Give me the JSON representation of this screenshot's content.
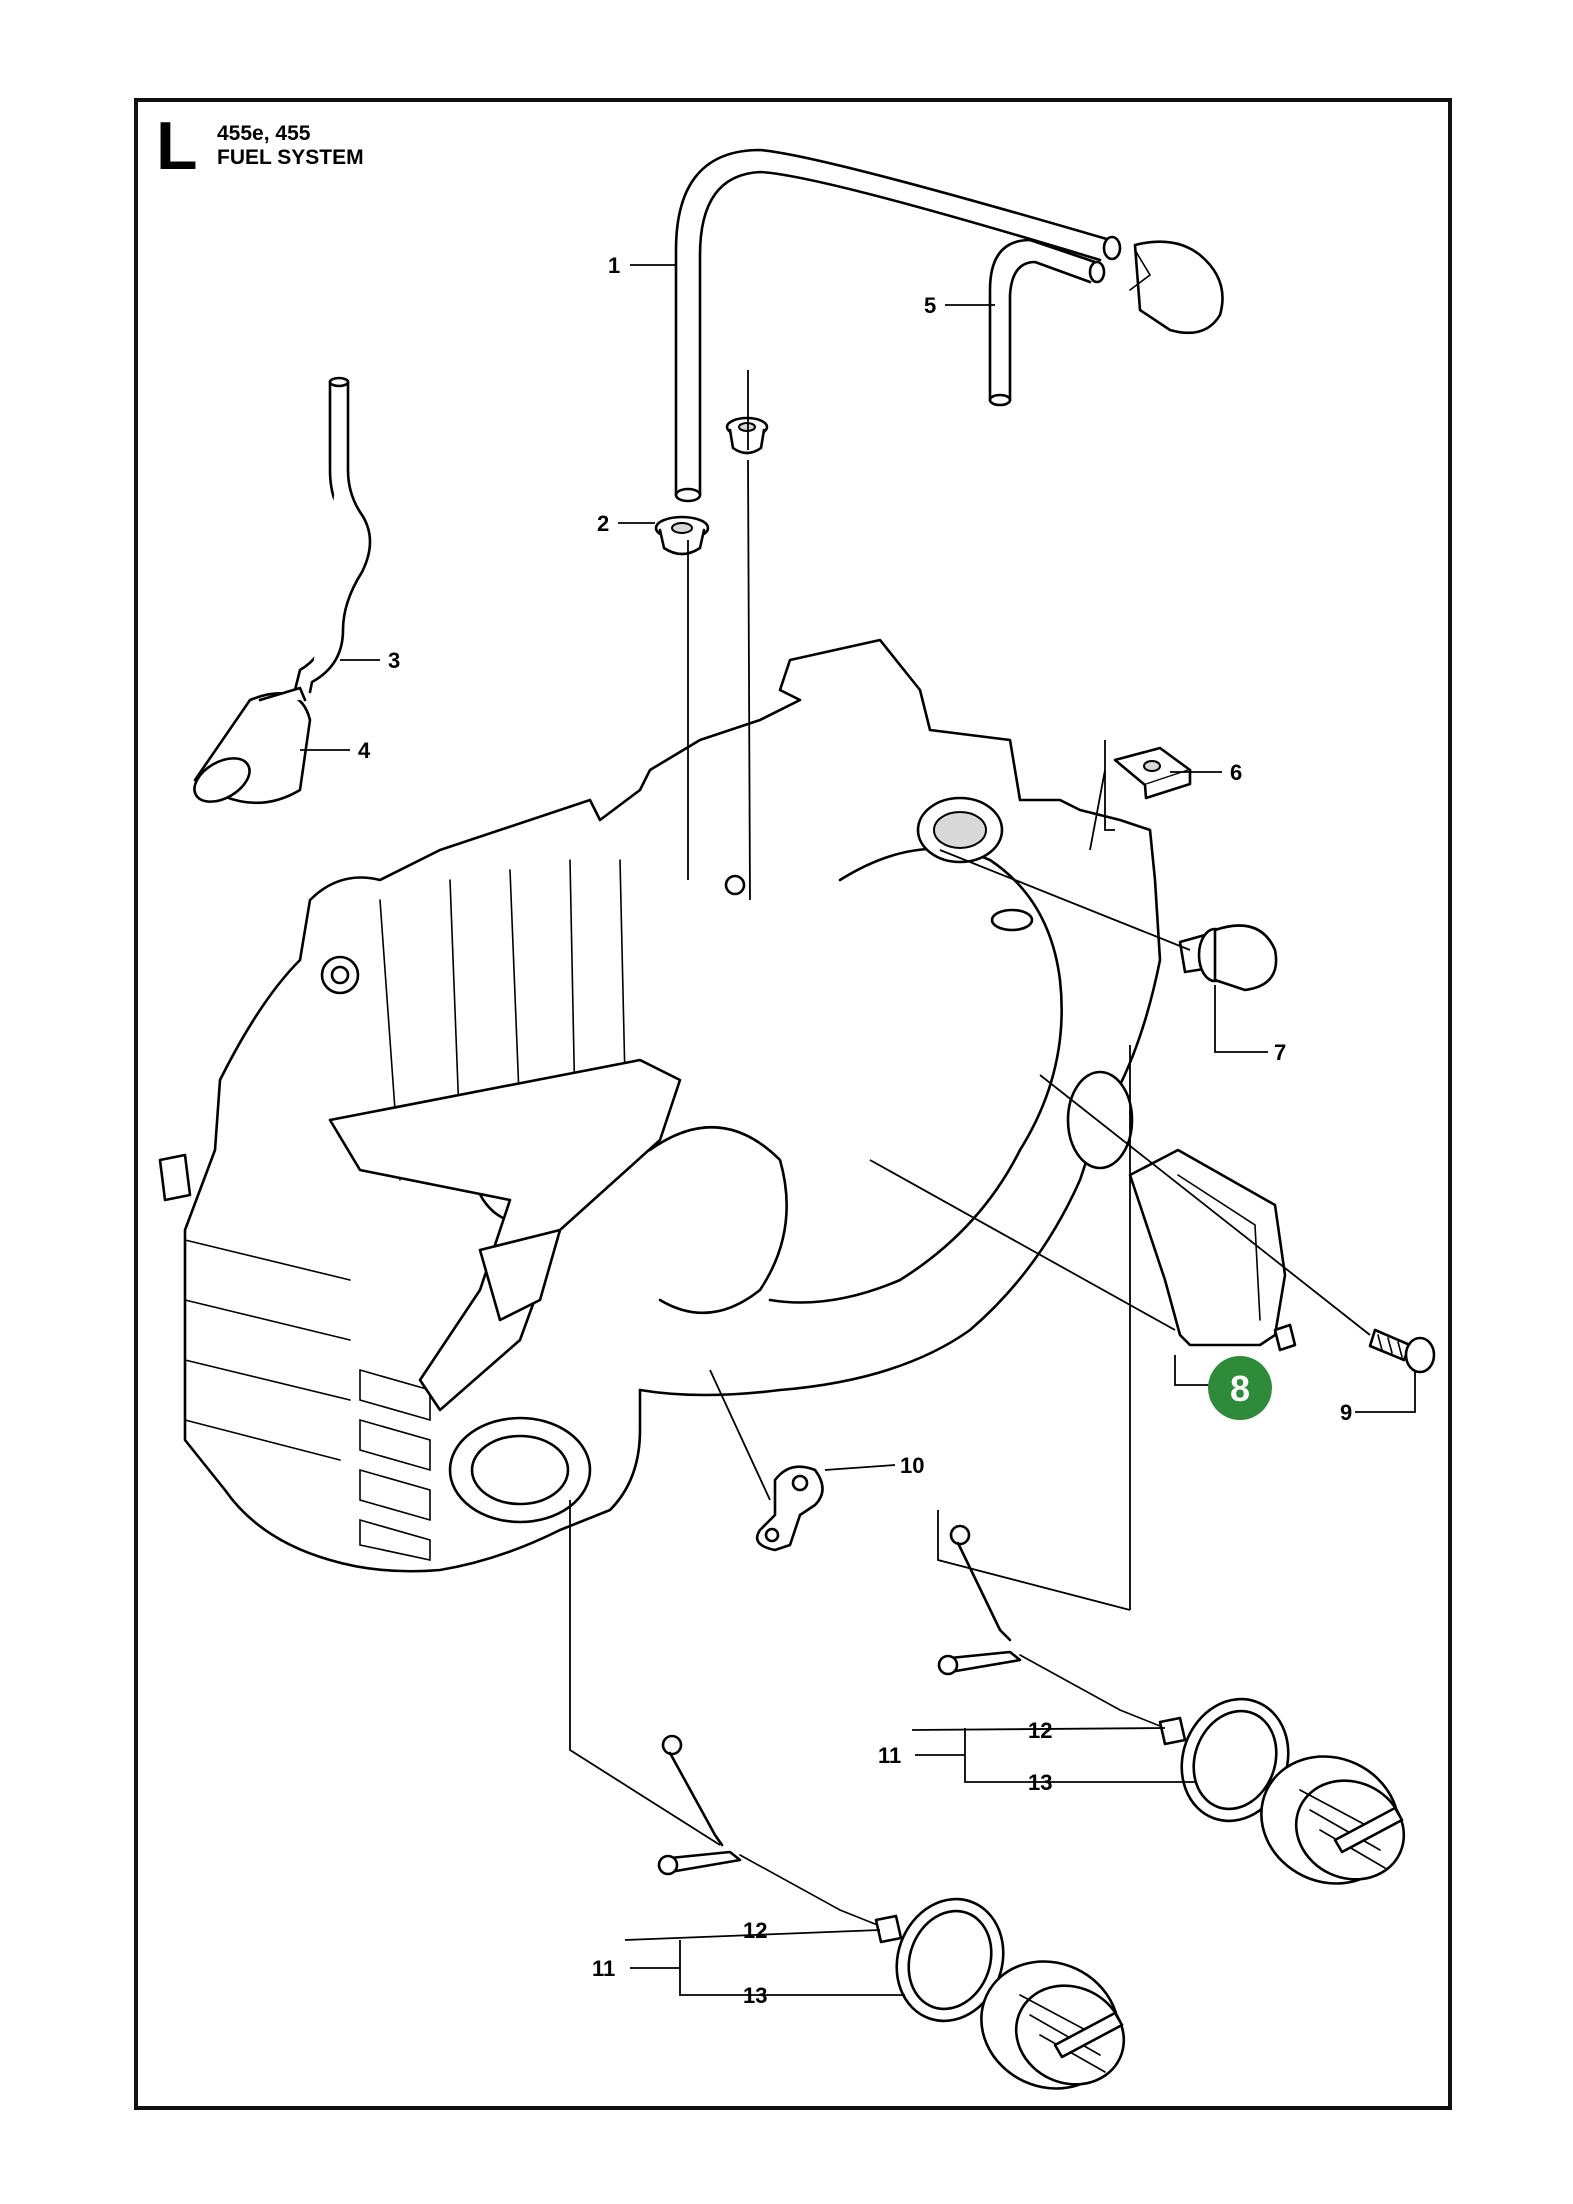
{
  "header": {
    "section_letter": "L",
    "models": "455e, 455",
    "title": "FUEL SYSTEM"
  },
  "callouts": [
    {
      "id": "1",
      "label": "1"
    },
    {
      "id": "2",
      "label": "2"
    },
    {
      "id": "3",
      "label": "3"
    },
    {
      "id": "4",
      "label": "4"
    },
    {
      "id": "5",
      "label": "5"
    },
    {
      "id": "6",
      "label": "6"
    },
    {
      "id": "7",
      "label": "7"
    },
    {
      "id": "8",
      "label": "8"
    },
    {
      "id": "9",
      "label": "9"
    },
    {
      "id": "10",
      "label": "10"
    },
    {
      "id": "11a",
      "label": "11"
    },
    {
      "id": "12a",
      "label": "12"
    },
    {
      "id": "13a",
      "label": "13"
    },
    {
      "id": "11b",
      "label": "11"
    },
    {
      "id": "12b",
      "label": "12"
    },
    {
      "id": "13b",
      "label": "13"
    }
  ],
  "colors": {
    "highlight_badge": "#2e8b3a",
    "highlight_text": "#ffffff",
    "line": "#000000"
  },
  "highlighted_part": "8"
}
